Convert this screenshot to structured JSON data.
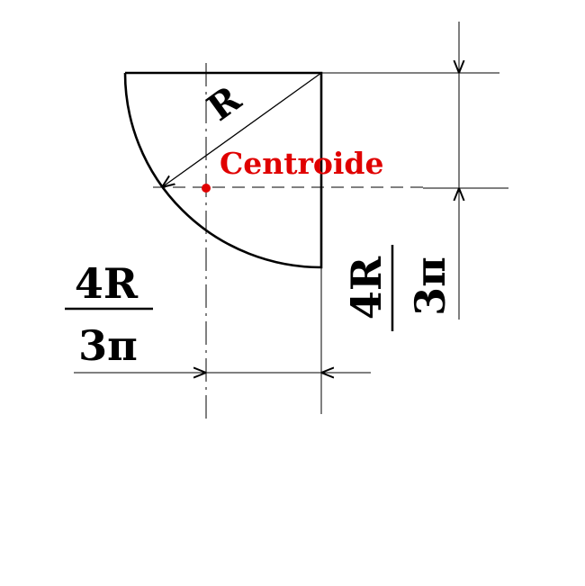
{
  "labels": {
    "radius": "R",
    "centroid": "Centroide",
    "dim_horizontal_num": "4R",
    "dim_horizontal_den": "3π",
    "dim_vertical_num": "4R",
    "dim_vertical_den": "3π"
  },
  "colors": {
    "line": "#000000",
    "centroid": "#e00000"
  }
}
